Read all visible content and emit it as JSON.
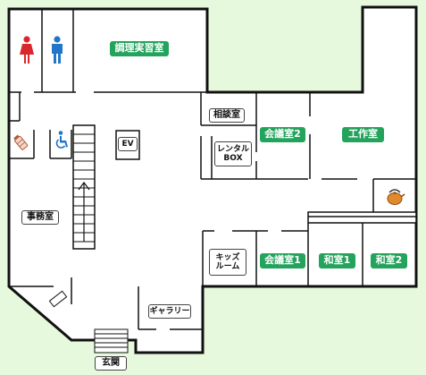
{
  "rooms": {
    "cooking": "調理実習室",
    "consult": "相談室",
    "meeting2": "会議室2",
    "workshop": "工作室",
    "rental_1": "レンタル",
    "rental_2": "BOX",
    "office": "事務室",
    "ev": "EV",
    "kids_1": "キッズ",
    "kids_2": "ルーム",
    "meeting1": "会議室1",
    "washitsu1": "和室1",
    "washitsu2": "和室2",
    "gallery": "ギャラリー",
    "entrance": "玄関"
  },
  "icons": [
    "female-toilet-icon",
    "male-toilet-icon",
    "wheelchair-icon",
    "baby-bottle-icon",
    "tea-kettle-icon"
  ],
  "colors": {
    "background": "#e6f9dd",
    "floor": "#ffffff",
    "wall": "#111111",
    "room_label": "#23a35c",
    "female": "#d8272d",
    "male": "#2176c7",
    "kettle": "#e08a2c"
  }
}
